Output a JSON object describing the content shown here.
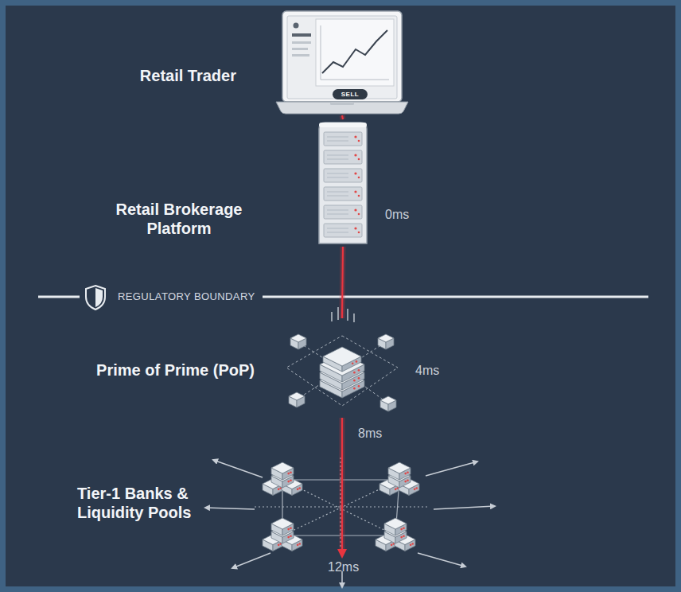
{
  "diagram": {
    "nodes": [
      {
        "text": [
          "Retail Trader"
        ]
      },
      {
        "text": [
          "SELL"
        ],
        "in": 0
      },
      {
        "text": [
          "Retail Brokerage Platform"
        ]
      },
      {
        "text": [
          "Prime of Prime (PoP)"
        ]
      },
      {
        "text": [
          "Tier-1 Banks & Liquidity Pools"
        ]
      }
    ],
    "edges": [
      {
        "from": 0,
        "to": 2,
        "arrow": "none"
      },
      {
        "from": 2,
        "to": 3,
        "arrow": "none"
      },
      {
        "from": 3,
        "to": 4,
        "arrow": "to",
        "label": "8ms"
      }
    ],
    "labels": [
      "0ms",
      "REGULATORY BOUNDARY",
      "4ms",
      "12ms"
    ]
  }
}
